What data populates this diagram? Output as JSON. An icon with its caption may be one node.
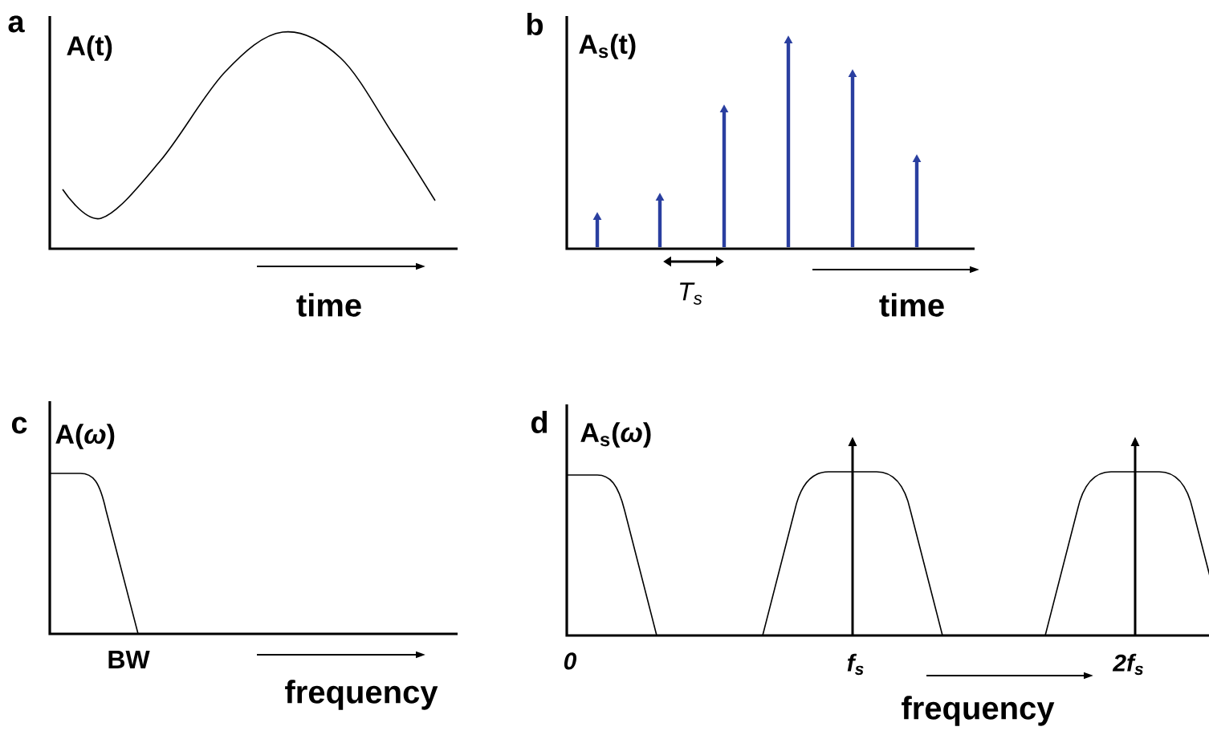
{
  "diagram": {
    "labels": [
      "a",
      "A(t)",
      "time",
      "b",
      "A$_{s}$(t)",
      "T$_{s}$",
      "time",
      "c",
      "A(*ω*)",
      "BW",
      "frequency",
      "d",
      "A$_{s}$(*ω*)",
      "0",
      "f$_{s}$",
      "2f$_{s}$",
      "frequency"
    ]
  }
}
